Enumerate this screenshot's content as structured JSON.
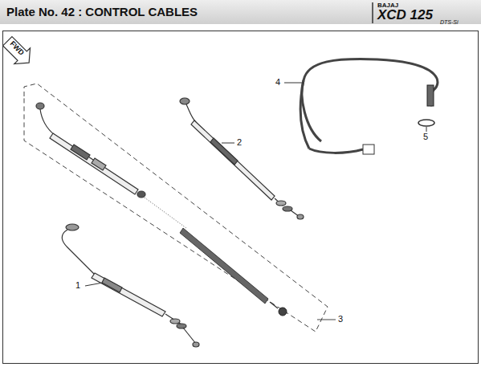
{
  "diagram": {
    "title": "Plate No. 42 : CONTROL CABLES",
    "labels": [
      "BAJAJ",
      "XCD 125",
      "DTS-Si",
      "FWD",
      "1",
      "2",
      "3",
      "4",
      "5"
    ]
  }
}
